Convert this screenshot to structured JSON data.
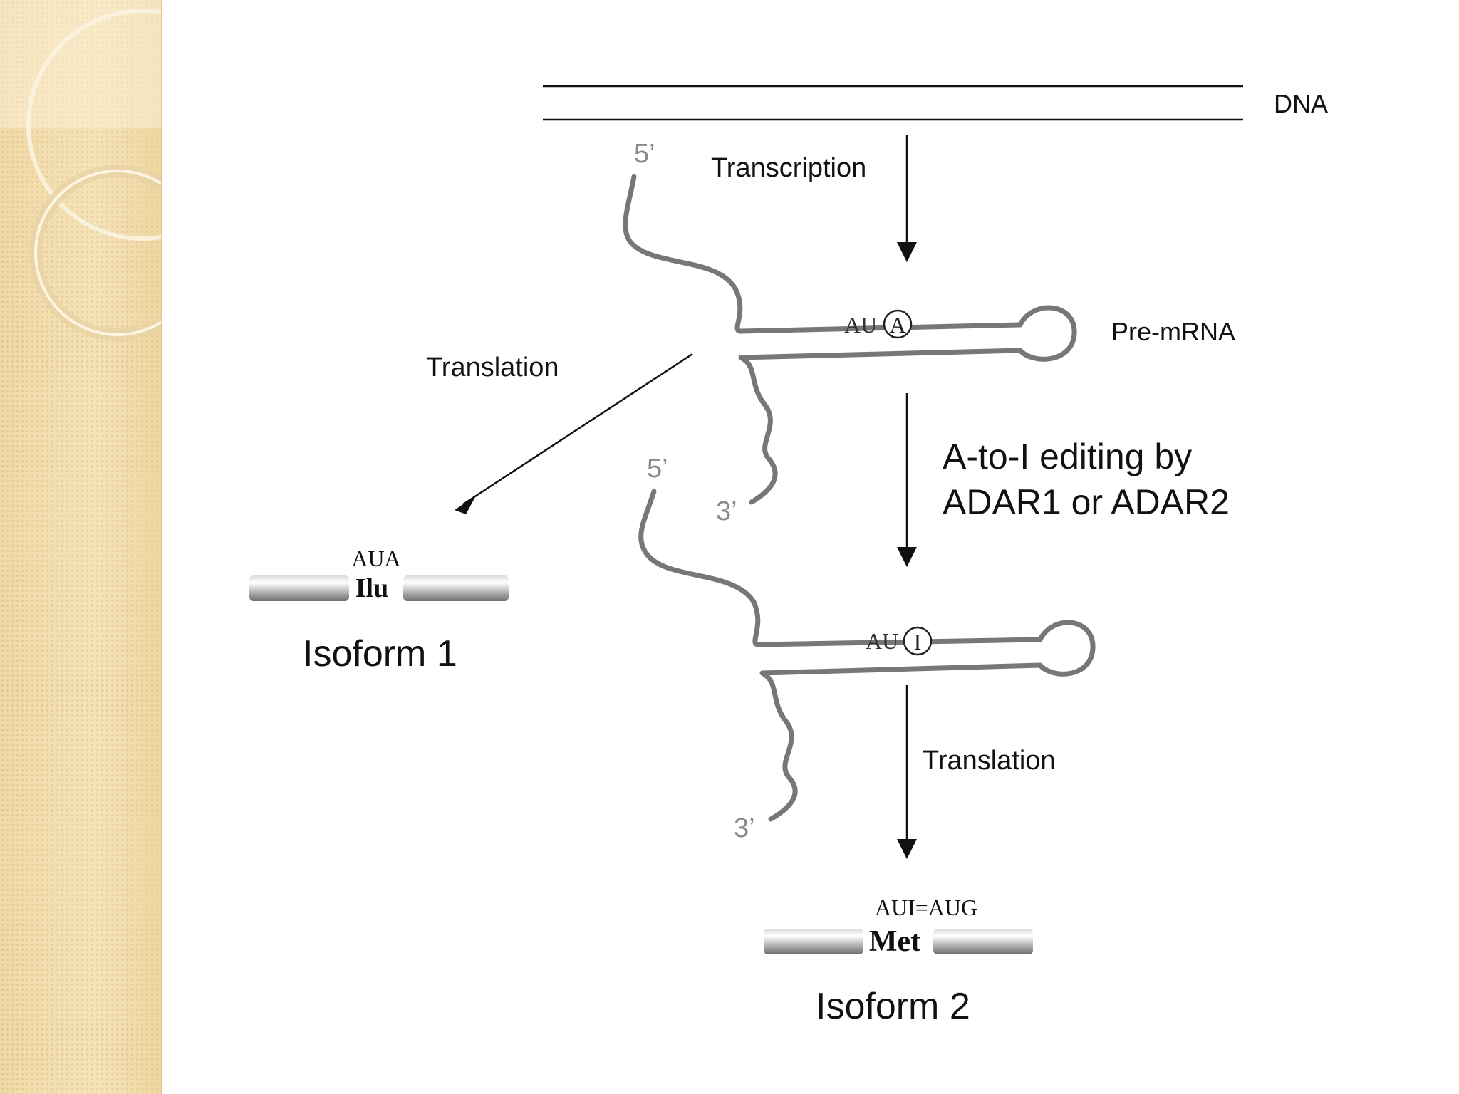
{
  "labels": {
    "dna": "DNA",
    "transcription": "Transcription",
    "pre_mrna": "Pre-mRNA",
    "translation_left": "Translation",
    "translation_bottom": "Translation",
    "editing_line1": "A-to-I editing by",
    "editing_line2": "ADAR1 or ADAR2",
    "five_prime_top": "5’",
    "three_prime_top": "3’",
    "five_prime_bottom": "5’",
    "three_prime_bottom": "3’",
    "codon_top_prefix": "AU",
    "codon_top_base": "A",
    "codon_bottom_prefix": "AU",
    "codon_bottom_base": "I"
  },
  "isoform1": {
    "codon": "AUA",
    "amino_acid": "Ilu",
    "label": "Isoform 1"
  },
  "isoform2": {
    "codon": "AUI=AUG",
    "amino_acid": "Met",
    "label": "Isoform 2"
  },
  "colors": {
    "panel": "#f2dcab",
    "rna_strand": "#7a7a7a",
    "text": "#111111",
    "five_three_label": "#8a8a8a"
  }
}
